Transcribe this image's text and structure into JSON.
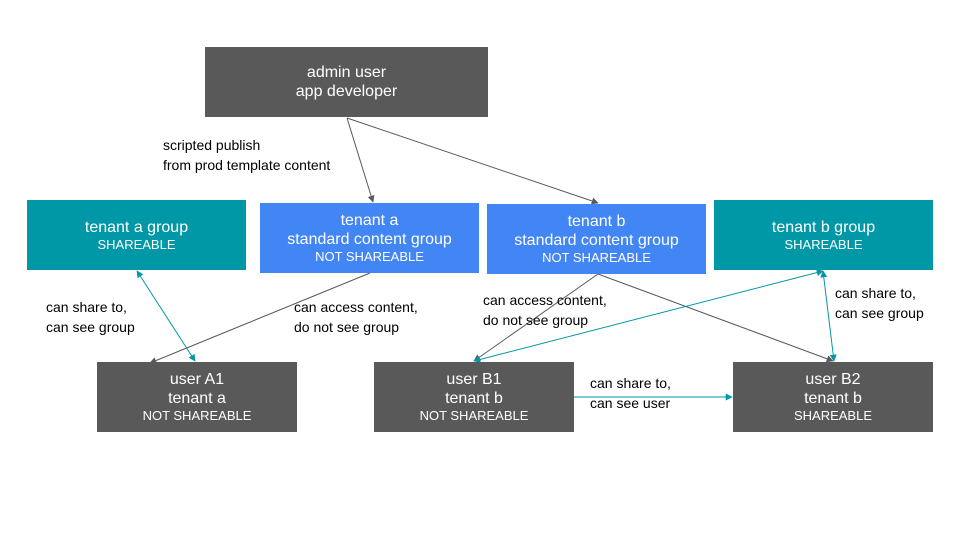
{
  "nodes": {
    "admin": {
      "line1": "admin user",
      "line2": "app developer"
    },
    "tenant_a_group": {
      "line1": "tenant a group",
      "line2": "SHAREABLE"
    },
    "tenant_a_std": {
      "line1": "tenant a",
      "line2": "standard content group",
      "line3": "NOT SHAREABLE"
    },
    "tenant_b_std": {
      "line1": "tenant b",
      "line2": "standard content group",
      "line3": "NOT SHAREABLE"
    },
    "tenant_b_group": {
      "line1": "tenant b group",
      "line2": "SHAREABLE"
    },
    "user_a1": {
      "line1": "user A1",
      "line2": "tenant a",
      "line3": "NOT SHAREABLE"
    },
    "user_b1": {
      "line1": "user B1",
      "line2": "tenant b",
      "line3": "NOT SHAREABLE"
    },
    "user_b2": {
      "line1": "user B2",
      "line2": "tenant b",
      "line3": "SHAREABLE"
    }
  },
  "labels": {
    "publish": {
      "line1": "scripted publish",
      "line2": "from prod template content"
    },
    "a_share": {
      "line1": "can share to,",
      "line2": "can see group"
    },
    "a_access": {
      "line1": "can access content,",
      "line2": "do not see group"
    },
    "b_access": {
      "line1": "can access content,",
      "line2": "do not see group"
    },
    "b_share": {
      "line1": "can share to,",
      "line2": "can see group"
    },
    "b1_b2": {
      "line1": "can share to,",
      "line2": "can see user"
    }
  },
  "colors": {
    "dark_node": "#595959",
    "standard_group": "#4285f4",
    "shareable_group": "#0097a7",
    "gray_edge": "#595959",
    "teal_edge": "#0097a7"
  }
}
